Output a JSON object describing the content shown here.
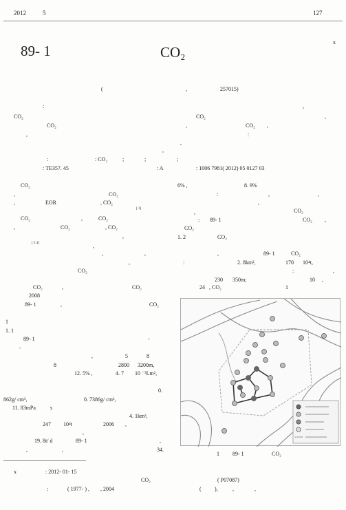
{
  "header": {
    "year": "2012",
    "issue": "5",
    "page": "127"
  },
  "footnote_mark": "x",
  "title": {
    "block": "89- 1",
    "subject": "CO₂"
  },
  "affiliation": {
    "open": "(",
    "comma": ",",
    "code": "257015)"
  },
  "abstract": [
    ":",
    ",",
    "CO₂",
    "CO₂",
    ",",
    "CO₂",
    ",",
    "CO₂",
    ",",
    ",",
    ":",
    ",",
    ",",
    ":",
    ": CO₂",
    ";",
    ";",
    ";",
    ": TE357. 45",
    ": A",
    ": 1006 7981( 2012) 05 0127 03"
  ],
  "left": [
    "CO₂",
    ",",
    "CO₂",
    ",",
    "EOR",
    ", CO₂",
    "[ 1]",
    "CO₂",
    ",",
    "CO₂",
    ",",
    "CO₂",
    ", CO₂",
    ",",
    "[ 3 4]",
    ",",
    ",",
    ",",
    ",",
    "CO₂",
    "CO₂",
    ",",
    "CO₂",
    "2008",
    "89- 1",
    ",",
    "CO₂",
    "1",
    "1. 1",
    "89- 1",
    "-",
    "-",
    ",",
    "5",
    "8",
    "8",
    "2800",
    "3200m,",
    "12. 5% ,",
    "4. 7",
    "10 ⁻³Lm²,",
    "0.",
    "862g/ cm³,",
    "0. 7386g/ cm³,",
    "11. 83mPa",
    "s",
    "4. 1km²,",
    "247",
    "10⁴t",
    "2006",
    ",",
    ",",
    "19. 8t/ d",
    "89- 1",
    ",",
    ",",
    ",",
    "34."
  ],
  "right": [
    "6% ,",
    "8. 9%",
    ":",
    ",",
    ",",
    ",",
    ",",
    "CO₂",
    ":",
    "89- 1",
    "CO₂",
    ",",
    "CO₂",
    "1. 2",
    "CO₂",
    ",",
    "89- 1",
    "CO₂",
    ":",
    "2. 8km²,",
    "170",
    "10⁴t,",
    ":",
    ",",
    "230",
    "350m;",
    "10",
    ",",
    "24",
    ", CO₂",
    "1"
  ],
  "figure": {
    "caption_num": "1",
    "caption_block": "89- 1",
    "caption_subject": "CO₂",
    "legend_icons": [
      "injection-well-icon",
      "production-well-icon",
      "shut-in-well-icon",
      "observation-well-icon",
      "fault-line-icon"
    ]
  },
  "footnote": [
    "x",
    ": 2012- 01- 15",
    "CO₂",
    "( P07087)",
    ":",
    "( 1977- ) ,",
    ", 2004",
    "(",
    "),",
    ",",
    ","
  ]
}
